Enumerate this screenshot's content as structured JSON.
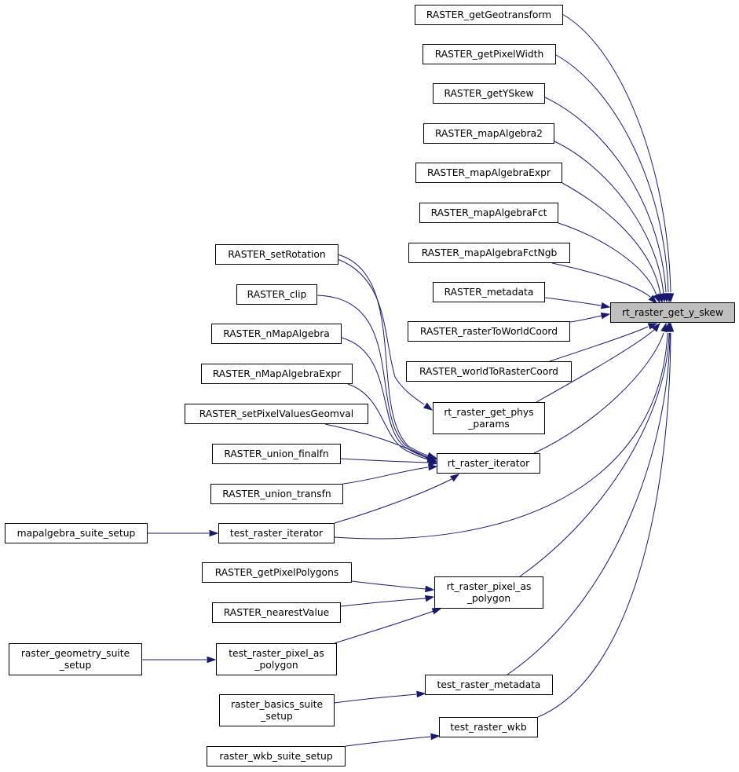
{
  "colors": {
    "edge": "#191970",
    "root_fill": "#bfbfbf",
    "node_border": "#000000"
  },
  "nodes": {
    "root": "rt_raster_get_y_skew",
    "getGeotransform": "RASTER_getGeotransform",
    "getPixelWidth": "RASTER_getPixelWidth",
    "getYSkew": "RASTER_getYSkew",
    "mapAlgebra2": "RASTER_mapAlgebra2",
    "mapAlgebraExpr": "RASTER_mapAlgebraExpr",
    "mapAlgebraFct": "RASTER_mapAlgebraFct",
    "mapAlgebraFctNgb": "RASTER_mapAlgebraFctNgb",
    "metadata": "RASTER_metadata",
    "rasterToWorldCoord": "RASTER_rasterToWorldCoord",
    "worldToRasterCoord": "RASTER_worldToRasterCoord",
    "getPhysParams": "rt_raster_get_phys\n_params",
    "iterator": "rt_raster_iterator",
    "testIterator": "test_raster_iterator",
    "pixelAsPolygon": "rt_raster_pixel_as\n_polygon",
    "testMetadata": "test_raster_metadata",
    "testWkb": "test_raster_wkb",
    "setRotation": "RASTER_setRotation",
    "clip": "RASTER_clip",
    "nMapAlgebra": "RASTER_nMapAlgebra",
    "nMapAlgebraExpr": "RASTER_nMapAlgebraExpr",
    "setPixelValuesGeomval": "RASTER_setPixelValuesGeomval",
    "unionFinalfn": "RASTER_union_finalfn",
    "unionTransfn": "RASTER_union_transfn",
    "getPixelPolygons": "RASTER_getPixelPolygons",
    "nearestValue": "RASTER_nearestValue",
    "testPixelAsPolygon": "test_raster_pixel_as\n_polygon",
    "mapalgebraSuite": "mapalgebra_suite_setup",
    "geometrySuite": "raster_geometry_suite\n_setup",
    "basicsSuite": "raster_basics_suite\n_setup",
    "wkbSuite": "raster_wkb_suite_setup"
  }
}
